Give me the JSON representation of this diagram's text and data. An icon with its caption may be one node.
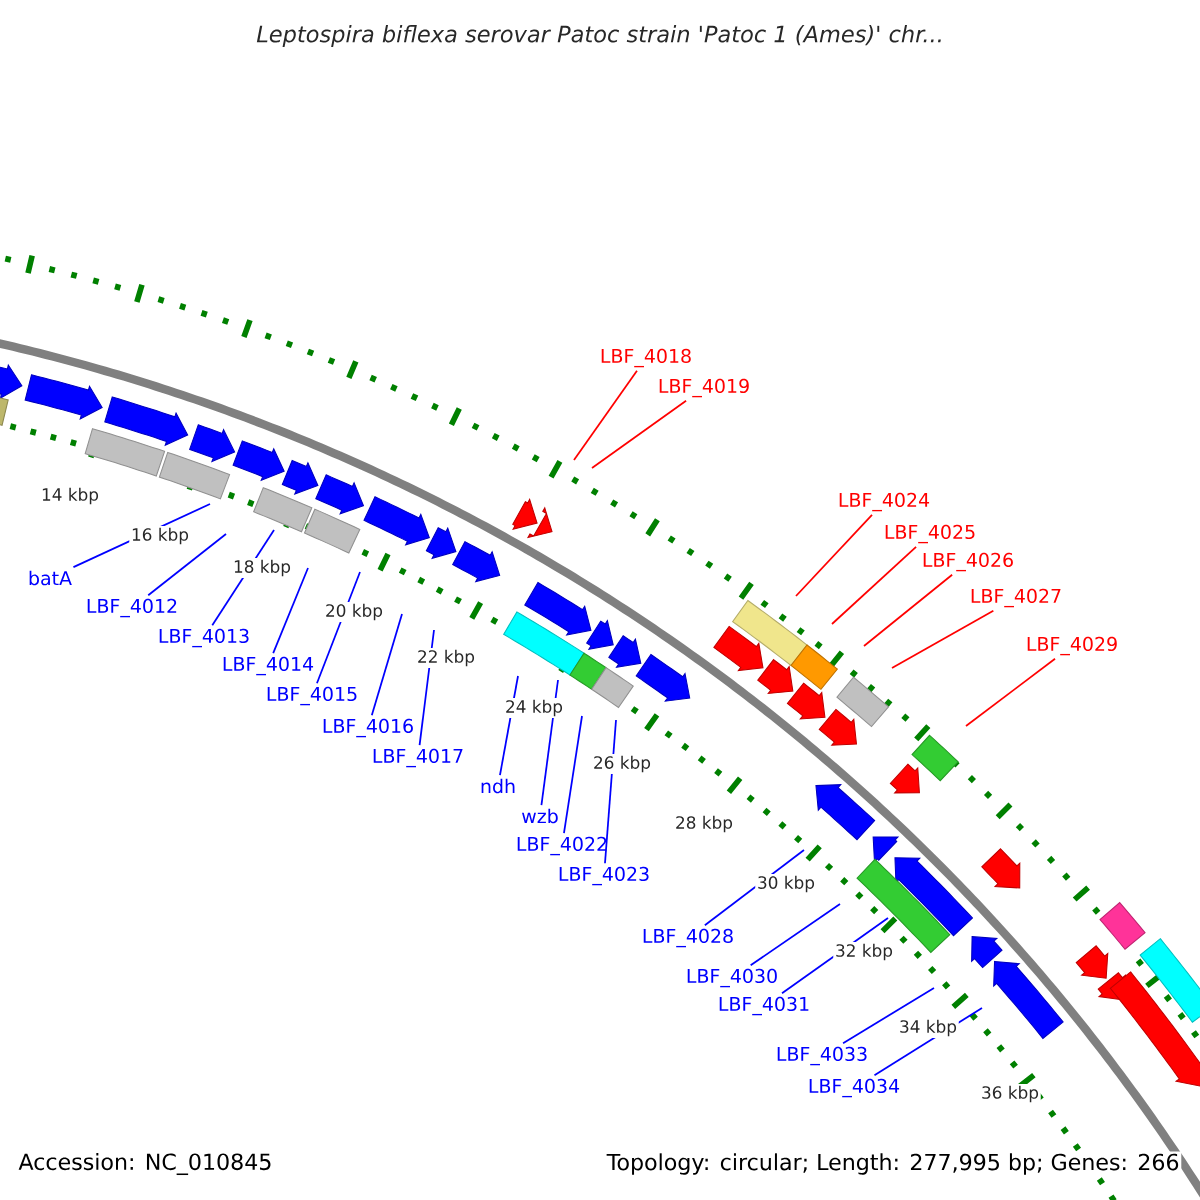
{
  "diagram": {
    "title": "Leptospira biflexa serovar Patoc strain 'Patoc 1 (Ames)' chr...",
    "nodes": [
      {
        "text": [
          "batA"
        ]
      },
      {
        "text": [
          "LBF_4012"
        ]
      },
      {
        "text": [
          "LBF_4013"
        ]
      },
      {
        "text": [
          "LBF_4014"
        ]
      },
      {
        "text": [
          "LBF_4015"
        ]
      },
      {
        "text": [
          "LBF_4016"
        ]
      },
      {
        "text": [
          "LBF_4017"
        ]
      },
      {
        "text": [
          "LBF_4018"
        ]
      },
      {
        "text": [
          "LBF_4019"
        ]
      },
      {
        "text": [
          "ndh"
        ]
      },
      {
        "text": [
          "wzb"
        ]
      },
      {
        "text": [
          "LBF_4022"
        ]
      },
      {
        "text": [
          "LBF_4023"
        ]
      },
      {
        "text": [
          "LBF_4024"
        ]
      },
      {
        "text": [
          "LBF_4025"
        ]
      },
      {
        "text": [
          "LBF_4026"
        ]
      },
      {
        "text": [
          "LBF_4027"
        ]
      },
      {
        "text": [
          "LBF_4028"
        ]
      },
      {
        "text": [
          "LBF_4029"
        ]
      },
      {
        "text": [
          "LBF_4030"
        ]
      },
      {
        "text": [
          "LBF_4031"
        ]
      },
      {
        "text": [
          "LBF_4033"
        ]
      },
      {
        "text": [
          "LBF_4034"
        ]
      }
    ],
    "edges": [
      {
        "from": 0,
        "to": null,
        "arrow": "none"
      },
      {
        "from": 1,
        "to": null,
        "arrow": "none"
      },
      {
        "from": 2,
        "to": null,
        "arrow": "none"
      },
      {
        "from": 3,
        "to": null,
        "arrow": "none"
      },
      {
        "from": 4,
        "to": null,
        "arrow": "none"
      },
      {
        "from": 5,
        "to": null,
        "arrow": "none"
      },
      {
        "from": 6,
        "to": null,
        "arrow": "none"
      },
      {
        "from": 7,
        "to": null,
        "arrow": "none",
        "color": "#ff0000"
      },
      {
        "from": 8,
        "to": null,
        "arrow": "none",
        "color": "#ff0000"
      },
      {
        "from": 9,
        "to": null,
        "arrow": "none"
      },
      {
        "from": 10,
        "to": null,
        "arrow": "none"
      },
      {
        "from": 11,
        "to": null,
        "arrow": "none"
      },
      {
        "from": 12,
        "to": null,
        "arrow": "none"
      },
      {
        "from": 13,
        "to": null,
        "arrow": "none",
        "color": "#ff0000"
      },
      {
        "from": 14,
        "to": null,
        "arrow": "none",
        "color": "#ff0000"
      },
      {
        "from": 15,
        "to": null,
        "arrow": "none",
        "color": "#ff0000"
      },
      {
        "from": 16,
        "to": null,
        "arrow": "none",
        "color": "#ff0000"
      },
      {
        "from": 17,
        "to": null,
        "arrow": "none"
      },
      {
        "from": 18,
        "to": null,
        "arrow": "none",
        "color": "#ff0000"
      },
      {
        "from": 19,
        "to": null,
        "arrow": "none"
      },
      {
        "from": 20,
        "to": null,
        "arrow": "none"
      },
      {
        "from": 21,
        "to": null,
        "arrow": "none"
      },
      {
        "from": 22,
        "to": null,
        "arrow": "none"
      }
    ],
    "labels": [
      "14 kbp",
      "16 kbp",
      "18 kbp",
      "20 kbp",
      "22 kbp",
      "24 kbp",
      "26 kbp",
      "28 kbp",
      "30 kbp",
      "32 kbp",
      "34 kbp",
      "36 kbp",
      "Accession: NC_010845",
      "Topology: circular; Length: 277,995 bp; Genes: 266"
    ]
  }
}
